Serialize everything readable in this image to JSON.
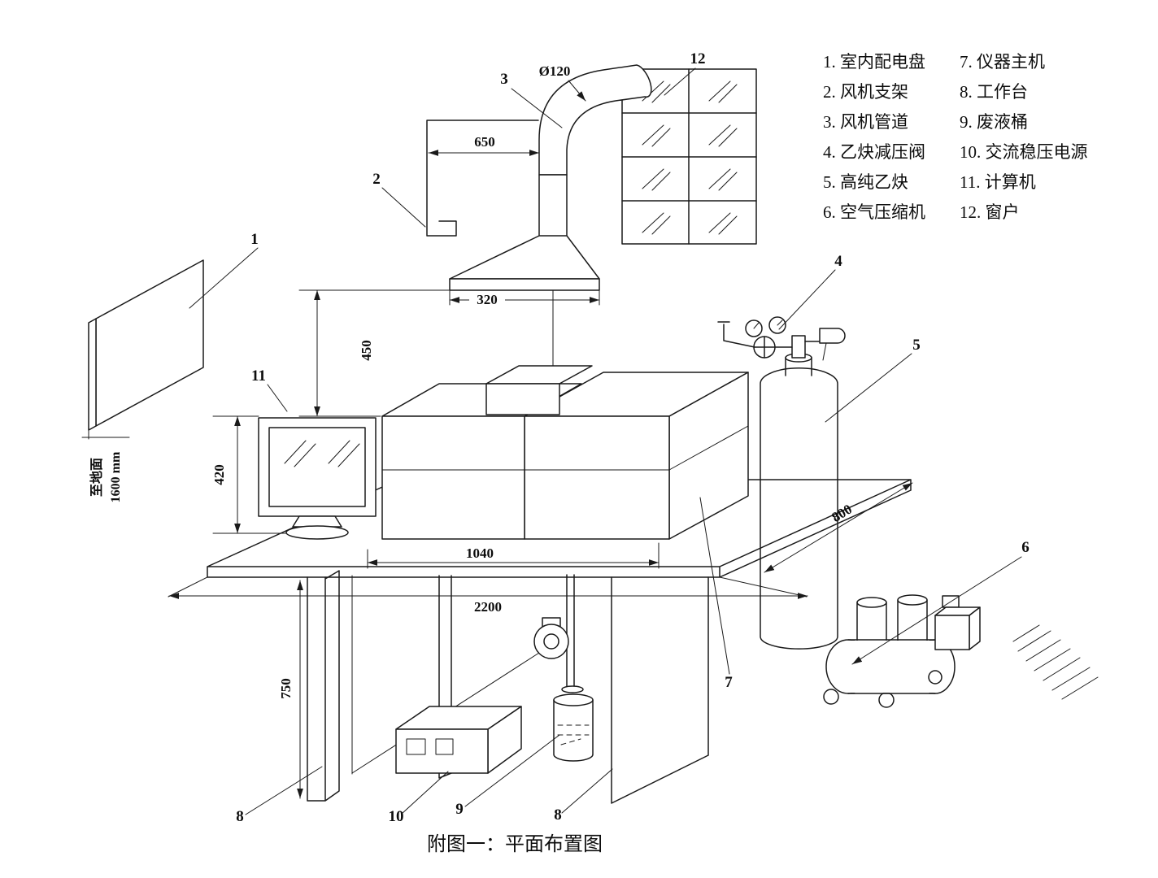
{
  "caption": "附图一：平面布置图",
  "legend": {
    "col1": [
      "1.  室内配电盘",
      "2.  风机支架",
      "3.  风机管道",
      "4.  乙炔减压阀",
      "5.  高纯乙炔",
      "6.  空气压缩机"
    ],
    "col2": [
      "7.  仪器主机",
      "8.  工作台",
      "9.  废液桶",
      "10. 交流稳压电源",
      "11. 计算机",
      "12. 窗户"
    ]
  },
  "dimensions": {
    "duct_diameter": "Ø120",
    "bracket_to_duct": "650",
    "hood_width": "320",
    "hood_clearance": "450",
    "monitor_height": "420",
    "instrument_width": "1040",
    "table_length": "2200",
    "table_height": "750",
    "table_depth": "800",
    "ground_ref_label": "至地面",
    "ground_ref_value": "1600 mm"
  },
  "callouts": {
    "c1": "1",
    "c2": "2",
    "c3": "3",
    "c4": "4",
    "c5": "5",
    "c6": "6",
    "c7": "7",
    "c8a": "8",
    "c8b": "8",
    "c9": "9",
    "c10": "10",
    "c11": "11",
    "c12": "12"
  }
}
